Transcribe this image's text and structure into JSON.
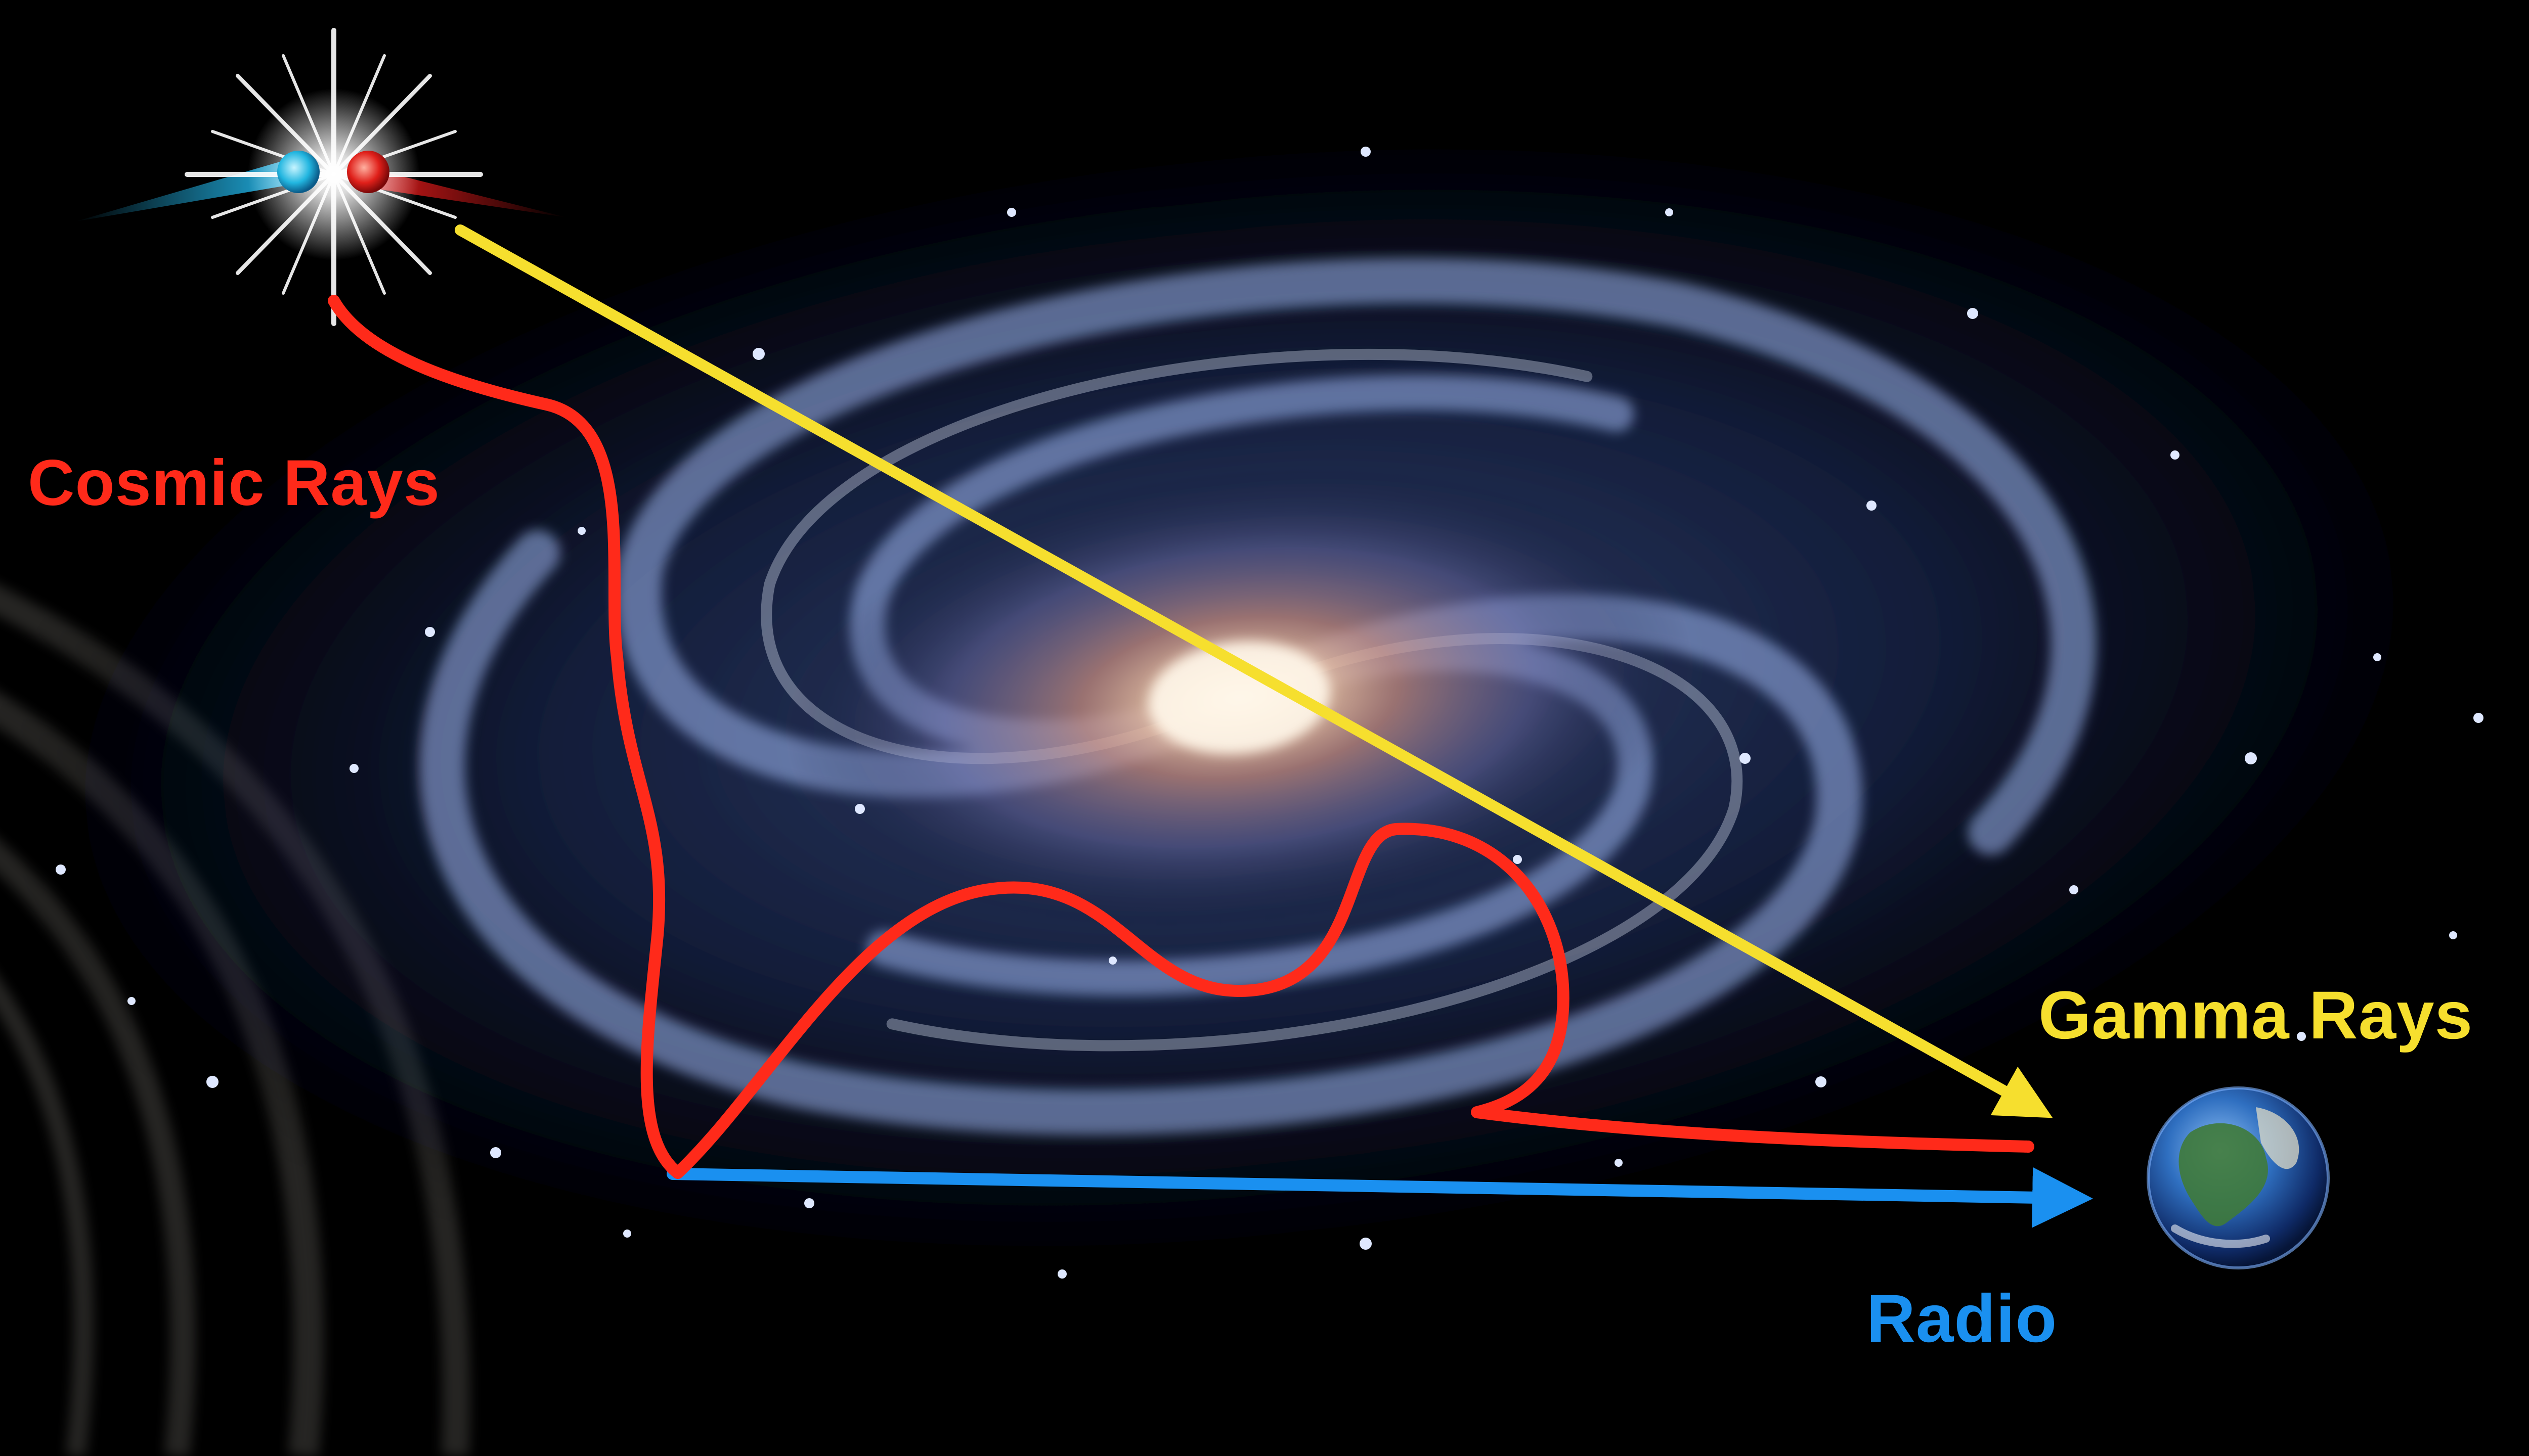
{
  "labels": {
    "cosmic_rays": "Cosmic Rays",
    "gamma_rays": "Gamma Rays",
    "radio": "Radio"
  },
  "colors": {
    "background": "#000000",
    "cosmic_rays": "#ff2a1a",
    "gamma_rays": "#f6df2e",
    "radio": "#1a90f0",
    "galaxy_arms": "#7f9fe0",
    "galaxy_core": "#f5d6b0"
  },
  "icons": {
    "source": "merging-binary-star-icon",
    "earth": "earth-globe-icon"
  }
}
